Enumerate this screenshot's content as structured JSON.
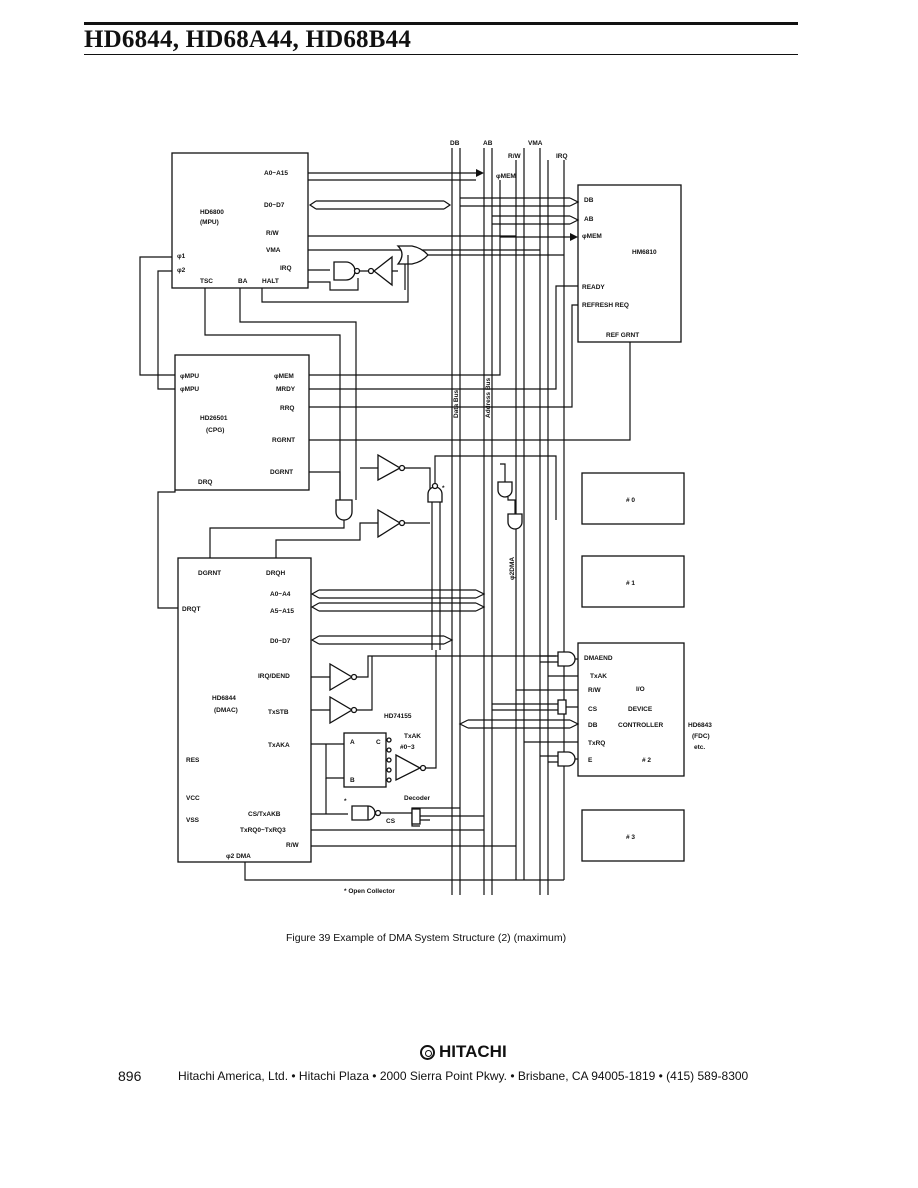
{
  "header": {
    "title": "HD6844, HD68A44, HD68B44"
  },
  "diagram": {
    "buses": {
      "db": "DB",
      "ab": "AB",
      "vma": "VMA",
      "rw": "R/W",
      "irq": "IRQ",
      "phi_mem": "φMEM",
      "data_bus": "Data Bus",
      "address_bus": "Address Bus",
      "phi2_dma": "φ2DMA"
    },
    "mpu": {
      "name": "HD6800",
      "sub": "(MPU)",
      "a": "A0~A15",
      "d": "D0~D7",
      "rw": "R/W",
      "vma": "VMA",
      "irq": "IRQ",
      "halt": "HALT",
      "tsc": "TSC",
      "ba": "BA",
      "phi1": "φ1",
      "phi2": "φ2"
    },
    "cpg": {
      "name": "HD26501",
      "sub": "(CPG)",
      "phimpu1": "φMPU",
      "phimpu2": "φMPU",
      "phimem": "φMEM",
      "mrdy": "MRDY",
      "rrq": "RRQ",
      "rgrnt": "RGRNT",
      "dgrnt": "DGRNT",
      "drq": "DRQ"
    },
    "ref": {
      "name": "HM6810",
      "db": "DB",
      "ab": "AB",
      "phimem": "φMEM",
      "ready": "READY",
      "refresh": "REFRESH REQ",
      "grant": "REF GRNT"
    },
    "dmac": {
      "name": "HD6844",
      "sub": "(DMAC)",
      "dgrnt": "DGRNT",
      "drqh": "DRQH",
      "drqt": "DRQT",
      "a0": "A0~A4",
      "a5": "A5~A15",
      "d": "D0~D7",
      "irq": "IRQ/DEND",
      "txstb": "TxSTB",
      "txaka": "TxAKA",
      "res": "RES",
      "vcc": "VCC",
      "vss": "VSS",
      "cs": "CS/TxAKB",
      "txrq": "TxRQ0~TxRQ3",
      "rw": "R/W",
      "phi2": "φ2 DMA"
    },
    "io": {
      "dev0": "# 0",
      "dev1": "# 1",
      "dev3": "# 3",
      "dmaend": "DMAEND",
      "txak": "TxAK",
      "rw": "R/W",
      "cs": "CS",
      "db": "DB",
      "txrq": "TxRQ",
      "e": "E",
      "io": "I/O",
      "device": "DEVICE",
      "controller": "CONTROLLER",
      "num": "# 2",
      "hd": "HD6843",
      "fdc": "(FDC)",
      "etc": "etc."
    },
    "decoder": {
      "hd": "HD74155",
      "a": "A",
      "b": "B",
      "c": "C",
      "txak": "TxAK",
      "range": "#0~3",
      "decoder": "Decoder",
      "cs": "CS"
    },
    "notes": {
      "star1": "*",
      "star2": "*",
      "open": "* Open Collector"
    }
  },
  "caption": "Figure 39   Example of DMA System Structure (2) (maximum)",
  "footer": {
    "logo": "HITACHI",
    "page": "896",
    "address": "Hitachi America, Ltd. • Hitachi Plaza • 2000 Sierra Point Pkwy. • Brisbane, CA 94005-1819 • (415) 589-8300"
  }
}
